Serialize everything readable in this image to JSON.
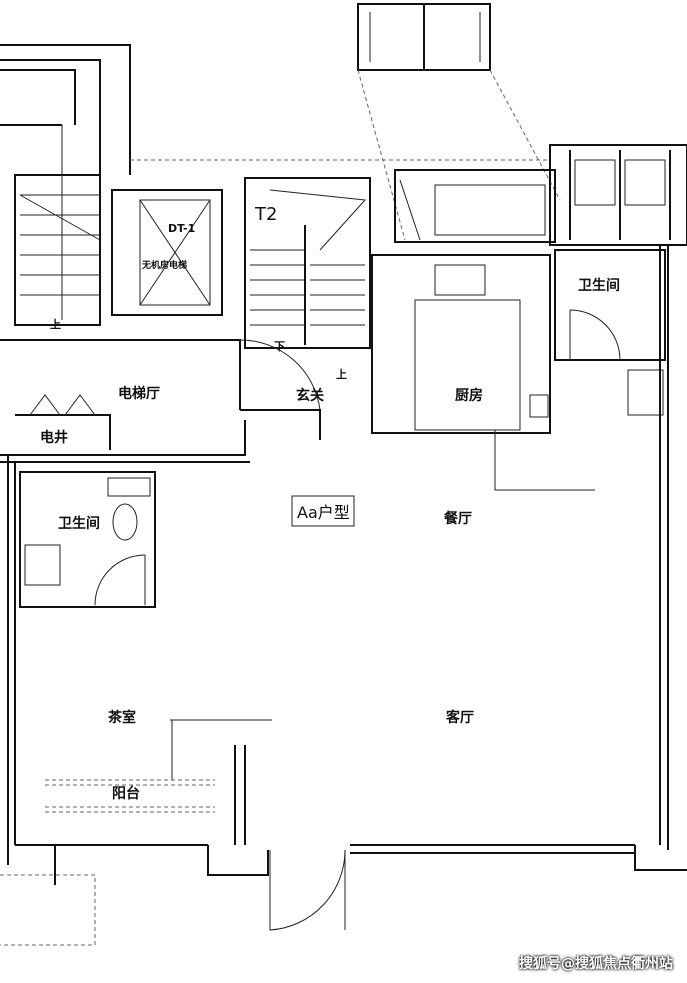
{
  "plan": {
    "type_tag": "Aa户型",
    "rooms": {
      "elevator_hall": "电梯厅",
      "entrance": "玄关",
      "kitchen": "厨房",
      "dining": "餐厅",
      "living": "客厅",
      "tea_room": "茶室",
      "balcony": "阳台",
      "bathroom_left": "卫生间",
      "bathroom_right": "卫生间",
      "electric_shaft": "电井"
    },
    "stairs": {
      "stair_label": "T2",
      "up_left": "上",
      "down": "下",
      "up_right": "上"
    },
    "elevator": {
      "code": "DT-1",
      "note": "无机房电梯"
    }
  },
  "watermark": "搜狐号@搜狐焦点衢州站"
}
